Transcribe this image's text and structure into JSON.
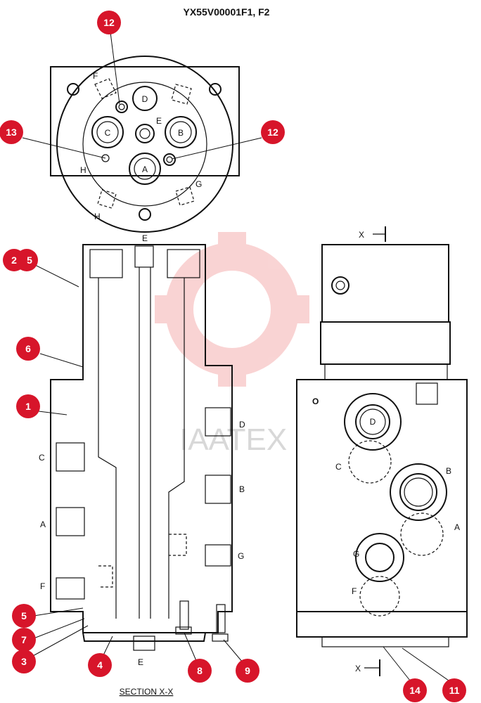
{
  "title": "YX55V00001F1, F2",
  "section_label": "SECTION  X-X",
  "watermark": "IAATEX",
  "top_view_labels": {
    "D": "D",
    "E": "E",
    "C": "C",
    "B": "B",
    "A": "A",
    "F": "F",
    "H1": "H",
    "H2": "H",
    "G": "G"
  },
  "section_labels": {
    "E_top": "E",
    "E_bottom": "E",
    "C": "C",
    "A": "A",
    "F": "F",
    "D": "D",
    "B": "B",
    "G": "G"
  },
  "side_view_labels": {
    "X_top": "X",
    "X_bottom": "X",
    "D": "D",
    "C": "C",
    "B": "B",
    "A": "A",
    "G": "G",
    "F": "F",
    "O": "O"
  },
  "callouts": {
    "c12a": "12",
    "c12b": "12",
    "c13": "13",
    "c2": "2",
    "c5a": "5",
    "c6": "6",
    "c1": "1",
    "c5b": "5",
    "c7": "7",
    "c3": "3",
    "c4": "4",
    "c8": "8",
    "c9": "9",
    "c14": "14",
    "c11": "11"
  },
  "colors": {
    "callout": "#d7152a",
    "ink": "#111111",
    "watermark": "#f2b8b8"
  }
}
